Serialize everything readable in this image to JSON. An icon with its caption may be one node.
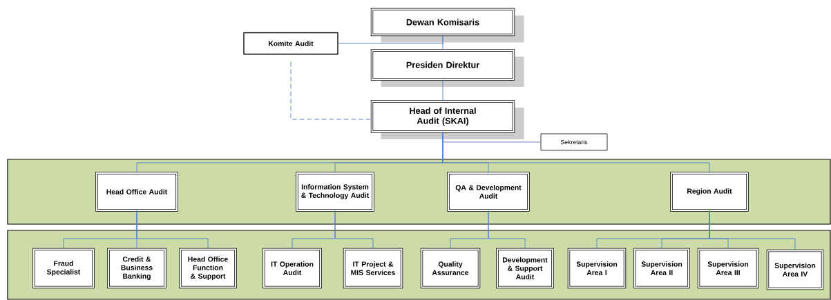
{
  "diagram": {
    "nodes": [
      {
        "text": [
          "Dewan Komisaris"
        ]
      },
      {
        "text": [
          "Komite Audit"
        ]
      },
      {
        "text": [
          "Presiden Direktur"
        ]
      },
      {
        "text": [
          "Head of Internal Audit (SKAI)"
        ]
      },
      {
        "text": [
          "Sekretaris"
        ]
      },
      {
        "text": [],
        "shape": "band"
      },
      {
        "text": [
          "Head Office Audit"
        ],
        "in": 5
      },
      {
        "text": [
          "Information System & Technology Audit"
        ],
        "in": 5
      },
      {
        "text": [
          "QA & Development Audit"
        ],
        "in": 5
      },
      {
        "text": [
          "Region Audit"
        ],
        "in": 5
      },
      {
        "text": [],
        "shape": "band"
      },
      {
        "text": [
          "Fraud Specialist"
        ],
        "in": 10
      },
      {
        "text": [
          "Credit & Business Banking"
        ],
        "in": 10
      },
      {
        "text": [
          "Head Office Function & Support"
        ],
        "in": 10
      },
      {
        "text": [
          "IT Operation Audit"
        ],
        "in": 10
      },
      {
        "text": [
          "IT Project & MIS Services"
        ],
        "in": 10
      },
      {
        "text": [
          "Quality Assurance"
        ],
        "in": 10
      },
      {
        "text": [
          "Development & Support Audit"
        ],
        "in": 10
      },
      {
        "text": [
          "Supervision Area I"
        ],
        "in": 10
      },
      {
        "text": [
          "Supervision Area II"
        ],
        "in": 10
      },
      {
        "text": [
          "Supervision Area III"
        ],
        "in": 10
      },
      {
        "text": [
          "Supervision Area IV"
        ],
        "in": 10
      }
    ],
    "edges": [
      {
        "from": 0,
        "to": 2,
        "arrow": "none"
      },
      {
        "from": 1,
        "to": 0,
        "arrow": "none"
      },
      {
        "from": 1,
        "to": 3,
        "arrow": "none",
        "style": "dashed"
      },
      {
        "from": 2,
        "to": 3,
        "arrow": "none"
      },
      {
        "from": 3,
        "to": 4,
        "arrow": "none"
      },
      {
        "from": 3,
        "to": 6,
        "arrow": "none"
      },
      {
        "from": 3,
        "to": 7,
        "arrow": "none"
      },
      {
        "from": 3,
        "to": 8,
        "arrow": "none"
      },
      {
        "from": 3,
        "to": 9,
        "arrow": "none"
      },
      {
        "from": 6,
        "to": 11,
        "arrow": "none"
      },
      {
        "from": 6,
        "to": 12,
        "arrow": "none"
      },
      {
        "from": 6,
        "to": 13,
        "arrow": "none"
      },
      {
        "from": 7,
        "to": 14,
        "arrow": "none"
      },
      {
        "from": 7,
        "to": 15,
        "arrow": "none"
      },
      {
        "from": 8,
        "to": 16,
        "arrow": "none"
      },
      {
        "from": 8,
        "to": 17,
        "arrow": "none"
      },
      {
        "from": 9,
        "to": 18,
        "arrow": "none"
      },
      {
        "from": 9,
        "to": 19,
        "arrow": "none"
      },
      {
        "from": 9,
        "to": 20,
        "arrow": "none"
      },
      {
        "from": 9,
        "to": 21,
        "arrow": "none"
      }
    ]
  }
}
